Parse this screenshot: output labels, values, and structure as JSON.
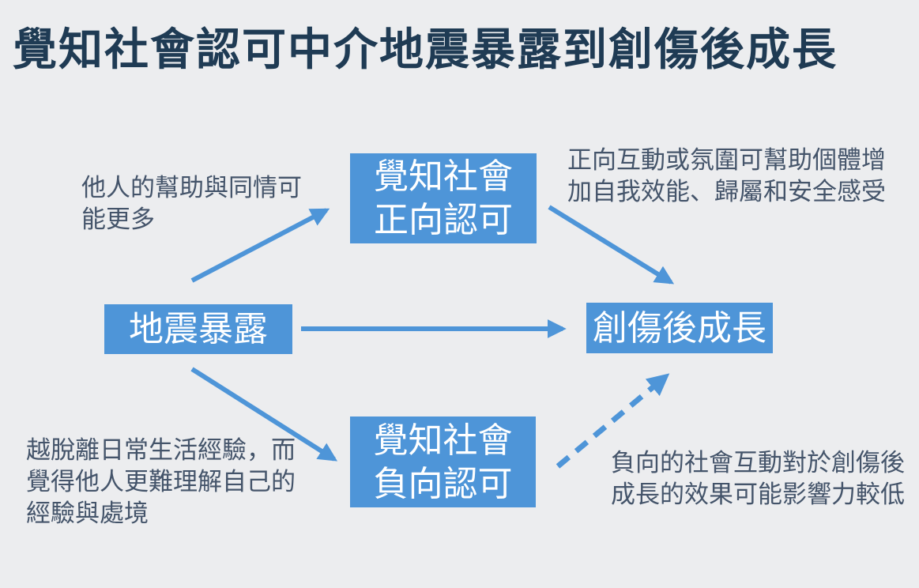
{
  "page": {
    "background_color": "#ECEDEF",
    "accent_color": "#4E95D8",
    "title_color": "#1F3B54",
    "note_color": "#44546A"
  },
  "title": "覺知社會認可中介地震暴露到創傷後成長",
  "diagram": {
    "nodes": {
      "exposure": {
        "label": "地震暴露"
      },
      "positive": {
        "label": "覺知社會\n正向認可"
      },
      "growth": {
        "label": "創傷後成長"
      },
      "negative": {
        "label": "覺知社會\n負向認可"
      }
    },
    "notes": {
      "positive_path": "他人的幫助與同情可\n能更多",
      "positive_effect": "正向互動或氛圍可幫助個體增\n加自我效能、歸屬和安全感受",
      "negative_path": "越脫離日常生活經驗，而\n覺得他人更難理解自己的\n經驗與處境",
      "negative_effect": "負向的社會互動對於創傷後\n成長的效果可能影響力較低"
    },
    "edges": [
      {
        "from": "地震暴露",
        "to": "覺知社會正向認可",
        "style": "solid"
      },
      {
        "from": "覺知社會正向認可",
        "to": "創傷後成長",
        "style": "solid"
      },
      {
        "from": "地震暴露",
        "to": "創傷後成長",
        "style": "solid"
      },
      {
        "from": "地震暴露",
        "to": "覺知社會負向認可",
        "style": "solid"
      },
      {
        "from": "覺知社會負向認可",
        "to": "創傷後成長",
        "style": "dashed"
      }
    ]
  }
}
